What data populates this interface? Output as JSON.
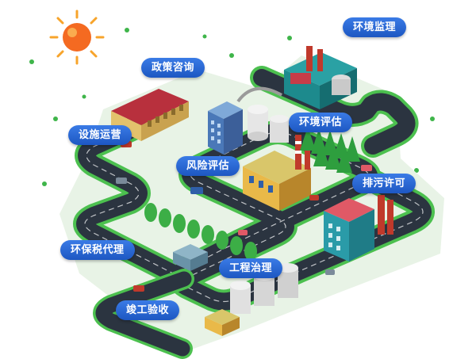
{
  "labels": {
    "env_supervision": "环境监理",
    "policy_consulting": "政策咨询",
    "env_assessment": "环境评估",
    "facility_operation": "设施运营",
    "risk_assessment": "风险评估",
    "discharge_permit": "排污许可",
    "env_tax_agency": "环保税代理",
    "engineering_treatment": "工程治理",
    "completion_acceptance": "竣工验收"
  },
  "colors": {
    "tag_blue": "#2563d6",
    "road": "#2b3440",
    "grass": "#3fb54a",
    "tree": "#2e9e3e",
    "sun": "#f46a21"
  }
}
